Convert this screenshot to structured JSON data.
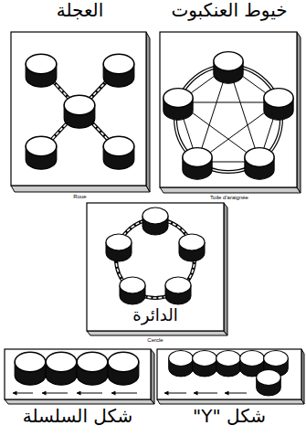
{
  "diagram": {
    "nodes": [
      {
        "text": [
          "العجلة",
          "Roue"
        ]
      },
      {
        "text": [
          "خيوط العنكبوت",
          "Toile d'araignée"
        ]
      },
      {
        "text": [
          "الدائرة",
          "Cercle"
        ]
      },
      {
        "text": [
          "شكل السلسلة"
        ]
      },
      {
        "text": [
          "شكل \"Y\""
        ]
      }
    ]
  }
}
